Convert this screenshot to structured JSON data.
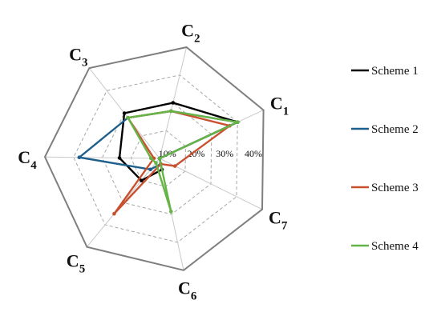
{
  "chart_data": {
    "type": "radar",
    "axes": [
      {
        "base": "C",
        "sub": "1"
      },
      {
        "base": "C",
        "sub": "2"
      },
      {
        "base": "C",
        "sub": "3"
      },
      {
        "base": "C",
        "sub": "4"
      },
      {
        "base": "C",
        "sub": "5"
      },
      {
        "base": "C",
        "sub": "6"
      },
      {
        "base": "C",
        "sub": "7"
      }
    ],
    "r_range": [
      0,
      40
    ],
    "ticks": [
      10,
      20,
      30,
      40
    ],
    "tick_labels": [
      "10%",
      "20%",
      "30%",
      "40%"
    ],
    "grid": true,
    "legend_position": "right",
    "series": [
      {
        "name": "Scheme 1",
        "color": "#000000",
        "values": [
          30,
          20,
          20,
          14,
          10,
          4,
          0
        ]
      },
      {
        "name": "Scheme 2",
        "color": "#1f5f8b",
        "values": [
          30,
          17,
          18,
          28,
          5,
          2,
          0
        ]
      },
      {
        "name": "Scheme 3",
        "color": "#c9502f",
        "values": [
          27,
          17,
          18,
          2,
          25,
          2,
          6
        ]
      },
      {
        "name": "Scheme 4",
        "color": "#66b446",
        "values": [
          30,
          17,
          18,
          3,
          2,
          19,
          0
        ]
      }
    ]
  }
}
